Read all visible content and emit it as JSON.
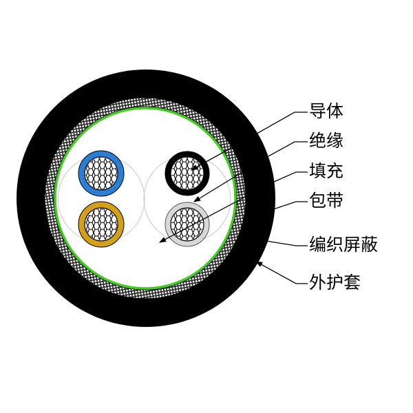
{
  "diagram": {
    "type": "cable-cross-section",
    "colors": {
      "jacket": "#000000",
      "green_tape": "#44cc22",
      "core_blue": "#2a7fd4",
      "core_yellow": "#d4a017",
      "core_black": "#000000",
      "core_gray": "#d8d8d8",
      "pair_outline": "#c8c8c8"
    },
    "labels": [
      {
        "id": "conductor",
        "text": "导体"
      },
      {
        "id": "insulation",
        "text": "绝缘"
      },
      {
        "id": "filler",
        "text": "填充"
      },
      {
        "id": "tape",
        "text": "包带"
      },
      {
        "id": "braid-shield",
        "text": "编织屏蔽"
      },
      {
        "id": "outer-sheath",
        "text": "外护套"
      }
    ]
  }
}
